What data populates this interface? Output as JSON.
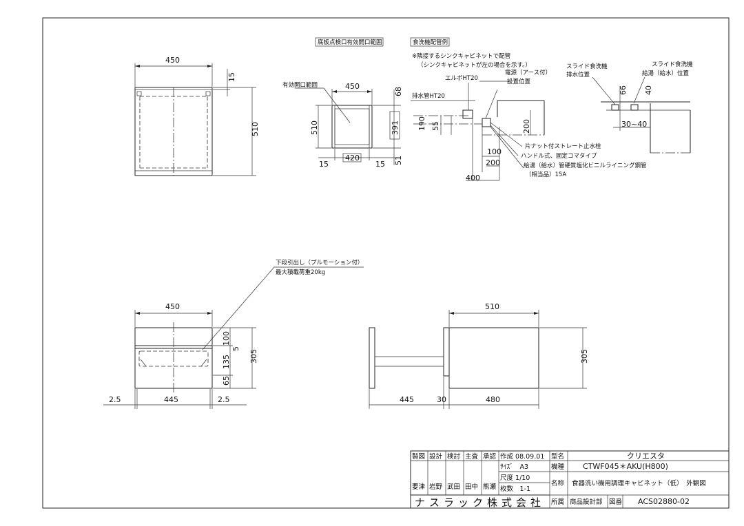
{
  "sections": {
    "inspection_label": "底板点検口有効開口範囲",
    "piping_label": "食洗機配管例"
  },
  "top_view": {
    "width": "450",
    "depth_gap": "15",
    "height": "510"
  },
  "opening": {
    "label": "有効開口範囲",
    "width": "450",
    "top": "68",
    "height": "510",
    "inner": "391",
    "left": "15",
    "inner_width": "420",
    "right": "15",
    "bottom": "51"
  },
  "piping": {
    "note1": "※隣接するシンクキャビネットで配管",
    "note2": "（シンクキャビネットが左の場合を示す。）",
    "elbow": "エルボHT20",
    "power1": "電源（アース付）",
    "power2": "設置位置",
    "drain_pipe": "排水管HT20",
    "dim_190": "190",
    "dim_55": "55",
    "dim_200v": "200",
    "dim_100": "100",
    "dim_200": "200",
    "dim_400": "400",
    "valve": "片ナット付ストレート止水栓",
    "handle": "ハンドル式、固定コマタイプ",
    "hot_pipe1": "給湯（給水）管硬質塩化ビニルライニング鋼管",
    "hot_pipe2": "（相当品）15A",
    "slide_drain1": "スライド食洗機",
    "slide_drain2": "排水位置",
    "slide_hot1": "スライド食洗機",
    "slide_hot2": "給湯（給水）位置",
    "dim_66": "66",
    "dim_40": "40",
    "dim_30_40": "30~40"
  },
  "drawer_note": {
    "line1": "下段引出し（プルモーション付）",
    "line2": "最大積載荷重20kg"
  },
  "front_view": {
    "width": "450",
    "h100": "100",
    "h5": "5",
    "h135": "135",
    "h65": "65",
    "height": "305",
    "left": "2.5",
    "inner": "445",
    "right": "2.5"
  },
  "side_view": {
    "depth": "510",
    "height": "305",
    "ext": "445",
    "gap": "30",
    "body": "480"
  },
  "title_block": {
    "headers": [
      "製図",
      "設計",
      "検討",
      "主査",
      "承認"
    ],
    "names": [
      "要津",
      "岩野",
      "武田",
      "田中",
      "熊瀬"
    ],
    "created": "作成 08.09.01",
    "size": "ｻｲｽﾞ　A3",
    "scale": "尺度 1/10",
    "sheets": "枚数　1-1",
    "model_label": "型名",
    "model": "クリエスタ",
    "type_label": "機種",
    "type": "CTWF045＊AKU(H800)",
    "name_label": "名称",
    "name": "食器洗い機用調理キャビネット（低）　外観図",
    "dept_label": "所属",
    "dept": "商品設計部",
    "drawing_label": "図番",
    "drawing": "ACS02880-02",
    "company": "ナスラック株式会社"
  }
}
